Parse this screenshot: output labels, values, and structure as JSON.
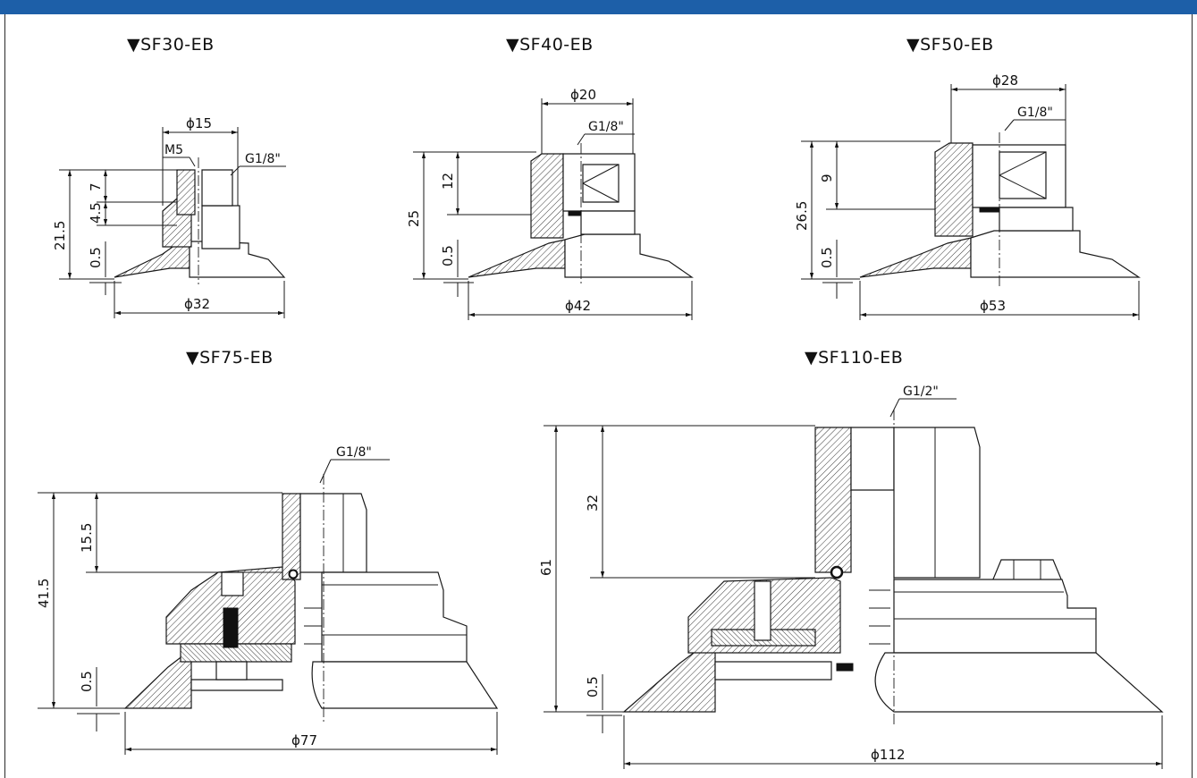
{
  "colors": {
    "header_bar": "#1d5fa8",
    "line": "#1a1a1a",
    "background": "#ffffff"
  },
  "parts": [
    {
      "title": "▼SF30-EB",
      "dims": {
        "top_dia": "ϕ15",
        "thread": "M5",
        "port": "G1/8\"",
        "height": "21.5",
        "upper": "7",
        "mid": "4.5",
        "lip": "0.5",
        "cup_dia": "ϕ32"
      }
    },
    {
      "title": "▼SF40-EB",
      "dims": {
        "top_dia": "ϕ20",
        "port": "G1/8\"",
        "height": "25",
        "upper": "12",
        "lip": "0.5",
        "cup_dia": "ϕ42"
      }
    },
    {
      "title": "▼SF50-EB",
      "dims": {
        "top_dia": "ϕ28",
        "port": "G1/8\"",
        "height": "26.5",
        "upper": "9",
        "lip": "0.5",
        "cup_dia": "ϕ53"
      }
    },
    {
      "title": "▼SF75-EB",
      "dims": {
        "port": "G1/8\"",
        "height": "41.5",
        "upper": "15.5",
        "lip": "0.5",
        "cup_dia": "ϕ77"
      }
    },
    {
      "title": "▼SF110-EB",
      "dims": {
        "port": "G1/2\"",
        "height": "61",
        "upper": "32",
        "lip": "0.5",
        "cup_dia": "ϕ112"
      }
    }
  ]
}
